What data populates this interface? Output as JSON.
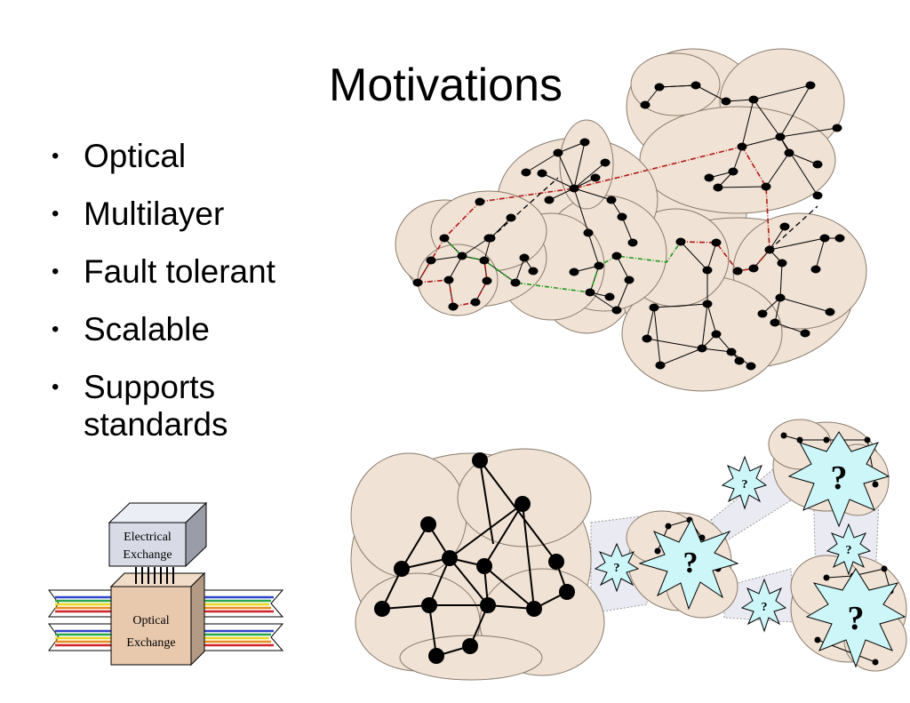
{
  "slide": {
    "title": "Motivations",
    "bullets": [
      "Optical",
      "Multilayer",
      "Fault tolerant",
      "Scalable",
      "Supports standards"
    ]
  },
  "exchange_diagram": {
    "top_box_label_line1": "Electrical",
    "top_box_label_line2": "Exchange",
    "bottom_box_label_line1": "Optical",
    "bottom_box_label_line2": "Exchange"
  },
  "unknown_topology": {
    "star_label": "?"
  },
  "colors": {
    "cloud_fill": "#f0e2d4",
    "cloud_stroke": "#8a7b6c",
    "node": "#000000",
    "red_path": "#b01818",
    "green_path": "#1c9a1c",
    "star_fill": "#ccf6f8",
    "exchange_top": "#d8dbe6",
    "exchange_bottom": "#e8c9ae"
  }
}
